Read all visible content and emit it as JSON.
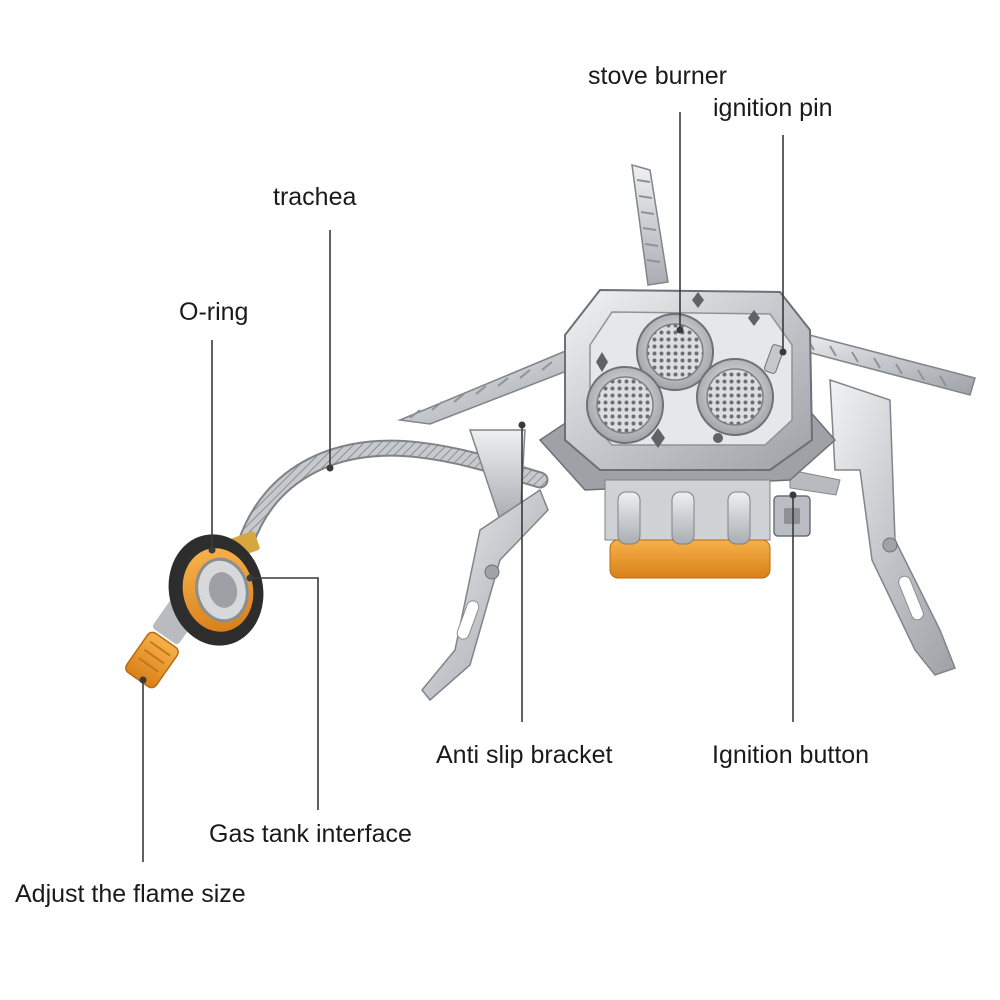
{
  "labels": {
    "stove_burner": "stove burner",
    "ignition_pin": "ignition pin",
    "trachea": "trachea",
    "o_ring": "O-ring",
    "anti_slip_bracket": "Anti slip bracket",
    "ignition_button": "Ignition button",
    "gas_tank_interface": "Gas tank interface",
    "adjust_flame_size": "Adjust the flame size"
  },
  "colors": {
    "steel": "#c9ccd0",
    "steel_dark": "#8d9196",
    "brass_orange": "#e7962a",
    "line": "#3a3a3a",
    "text": "#1a1a1a"
  }
}
